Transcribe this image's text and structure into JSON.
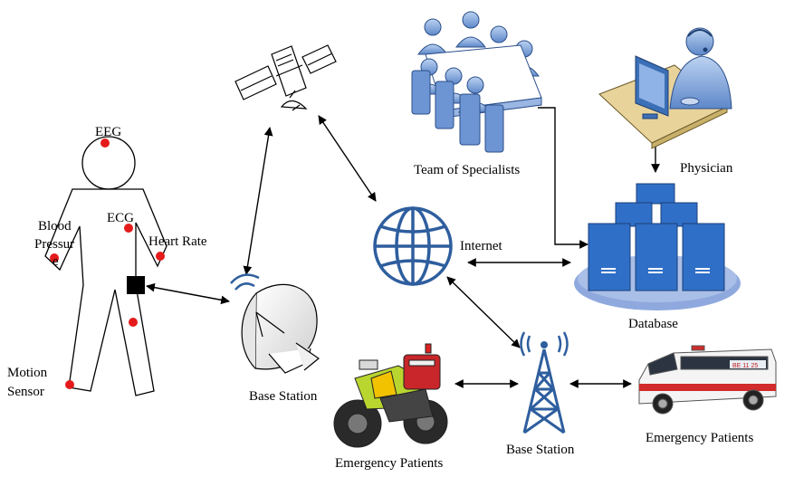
{
  "body_labels": {
    "eeg": "EEG",
    "ecg": "ECG",
    "blood_pressure_line1": "Blood",
    "blood_pressure_line2": "Pressur",
    "blood_pressure_line3": "e",
    "heart_rate": "Heart Rate",
    "motion_sensor_line1": "Motion",
    "motion_sensor_line2": "Sensor"
  },
  "nodes": {
    "base_station_dish": "Base Station",
    "team_of_specialists": "Team of Specialists",
    "physician": "Physician",
    "internet": "Internet",
    "database": "Database",
    "base_station_tower": "Base Station",
    "emergency_patients_motorbike": "Emergency Patients",
    "emergency_patients_ambulance": "Emergency Patients"
  },
  "ambulance_plate": "BE 11 25",
  "colors": {
    "sensor_dot": "#e51b1b",
    "network_blue": "#2e5e9e",
    "database_blue": "#2f6fc7",
    "database_base": "#8fa9de",
    "specialist_blue": "#6d95d3",
    "desk_tan": "#e8d39a"
  }
}
